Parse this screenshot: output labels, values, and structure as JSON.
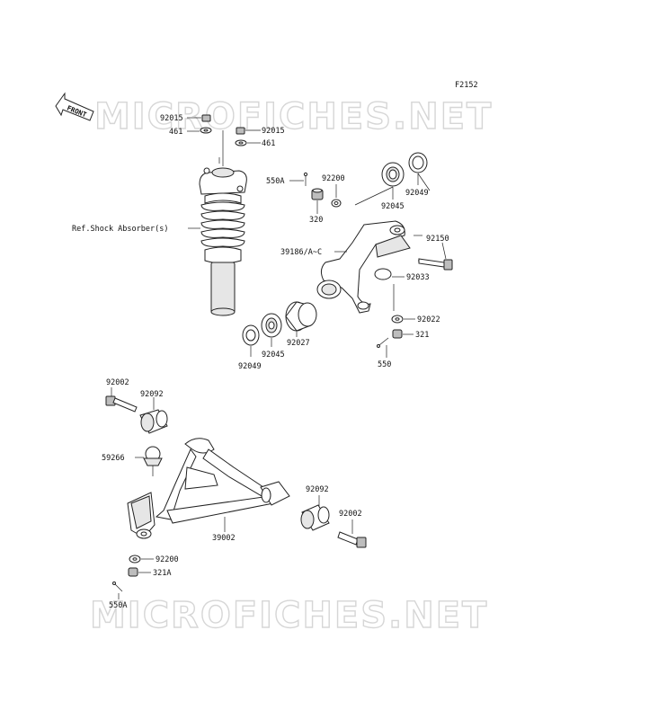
{
  "diagram_code": "F2152",
  "front_label": "FRONT",
  "watermark": "MICROFICHES.NET",
  "labels": {
    "p92015_l": "92015",
    "p461_l": "461",
    "p92015_r": "92015",
    "p461_r": "461",
    "shock": "Ref.Shock Absorber(s)",
    "p550A_top": "550A",
    "p92200_top": "92200",
    "p320": "320",
    "p92045_top": "92045",
    "p92049_top": "92049",
    "p39186": "39186/A~C",
    "p92150": "92150",
    "p92033": "92033",
    "p92022": "92022",
    "p321": "321",
    "p550": "550",
    "p92027": "92027",
    "p92045_low": "92045",
    "p92049_low": "92049",
    "p92002_top": "92002",
    "p92092_top": "92092",
    "p59266": "59266",
    "p92092_low": "92092",
    "p92002_low": "92002",
    "p39002": "39002",
    "p92200_low": "92200",
    "p321A": "321A",
    "p550A_low": "550A"
  },
  "colors": {
    "ink": "#222222",
    "watermark": "#d6d6d6",
    "shade": "#e6e6e6"
  }
}
